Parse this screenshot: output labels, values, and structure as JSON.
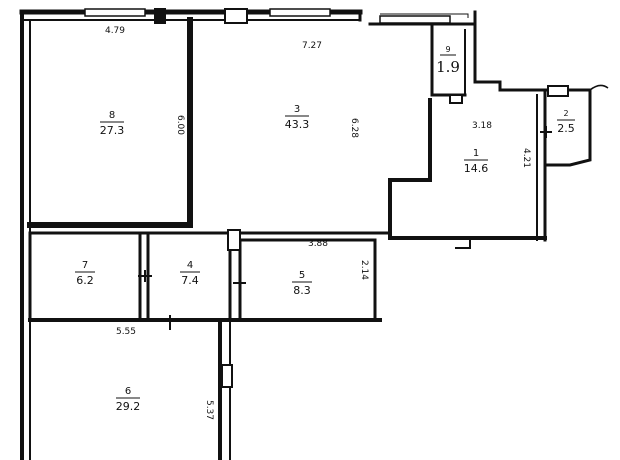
{
  "rooms": {
    "r1": {
      "num": "1",
      "area": "14.6"
    },
    "r2": {
      "num": "2",
      "area": "2.5"
    },
    "r3": {
      "num": "3",
      "area": "43.3"
    },
    "r4": {
      "num": "4",
      "area": "7.4"
    },
    "r5": {
      "num": "5",
      "area": "8.3"
    },
    "r6": {
      "num": "6",
      "area": "29.2"
    },
    "r7": {
      "num": "7",
      "area": "6.2"
    },
    "r8": {
      "num": "8",
      "area": "27.3"
    },
    "r9": {
      "num": "9",
      "area": "1.9"
    }
  },
  "dimensions": {
    "d_479": "4.79",
    "d_727": "7.27",
    "d_600": "6.00",
    "d_628": "6.28",
    "d_318": "3.18",
    "d_421": "4.21",
    "d_388": "3.88",
    "d_214": "2.14",
    "d_555": "5.55",
    "d_537": "5.37"
  },
  "colors": {
    "wall": "#111111",
    "wall_fill": "#ffffff",
    "background": "#ffffff"
  }
}
